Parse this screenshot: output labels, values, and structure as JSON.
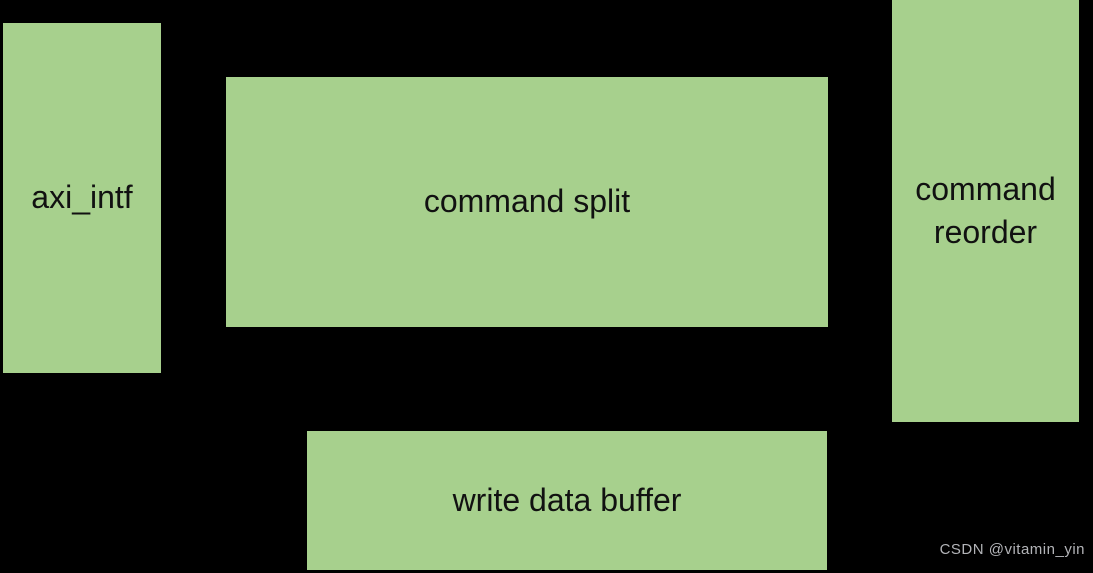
{
  "canvas": {
    "background": "#000000",
    "box_fill": "#a7d08d",
    "box_text_color": "#111111"
  },
  "blocks": [
    {
      "id": "axi-intf",
      "label": "axi_intf"
    },
    {
      "id": "command-split",
      "label": "command split"
    },
    {
      "id": "command-reorder",
      "label": "command reorder"
    },
    {
      "id": "write-data-buffer",
      "label": "write data buffer"
    }
  ],
  "watermark": {
    "text": "CSDN @vitamin_yin",
    "color": "#b3b4b8"
  }
}
